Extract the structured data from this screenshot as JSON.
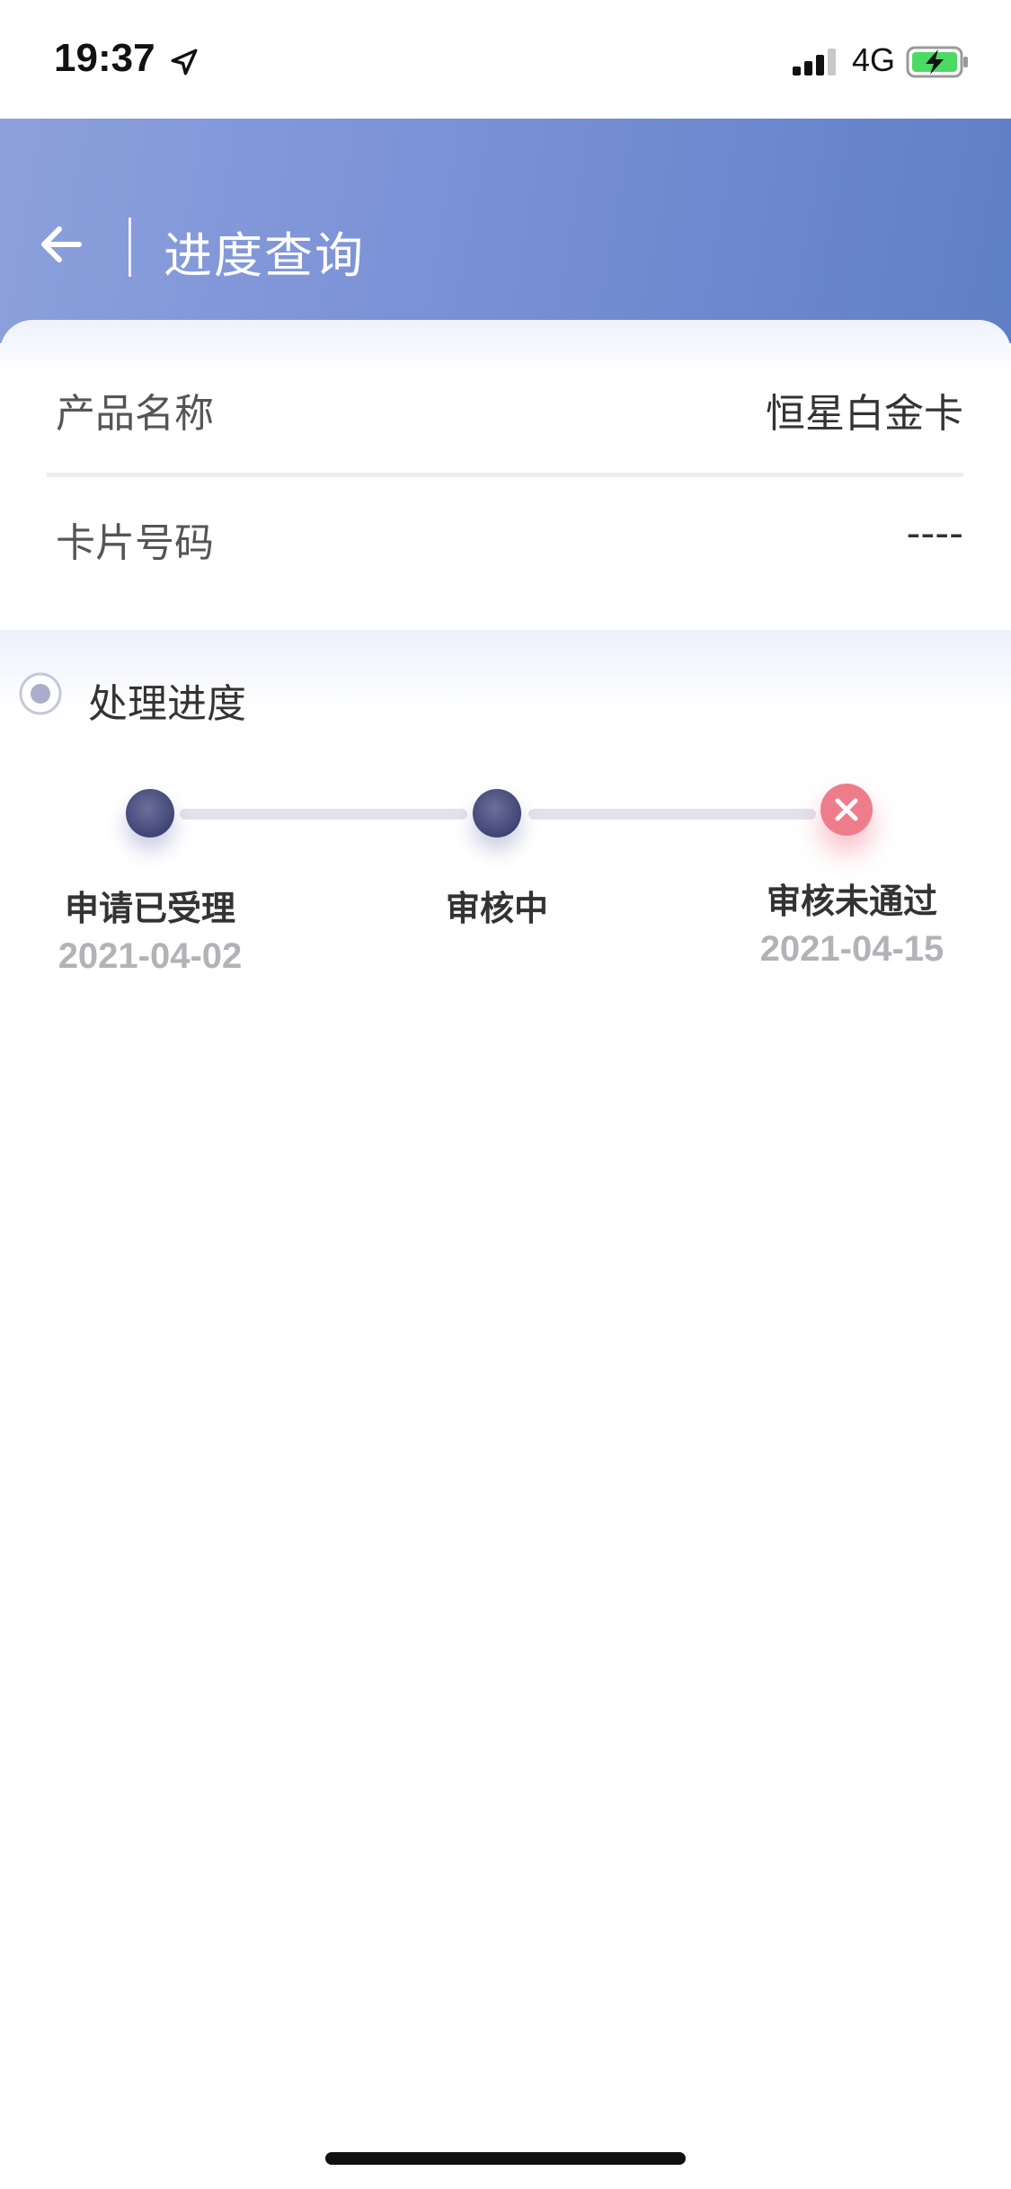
{
  "status_bar": {
    "time": "19:37",
    "network": "4G",
    "icons": [
      "location-arrow-icon",
      "signal-icon",
      "battery-charging-icon"
    ]
  },
  "header": {
    "title": "进度查询",
    "back_icon": "arrow-left-icon",
    "gradient_colors": [
      "#8da0dc",
      "#5f7fc6"
    ]
  },
  "info": {
    "rows": [
      {
        "label": "产品名称",
        "value": "恒星白金卡"
      },
      {
        "label": "卡片号码",
        "value": "----"
      }
    ]
  },
  "progress": {
    "section_title": "处理进度",
    "steps": [
      {
        "label": "申请已受理",
        "date": "2021-04-02",
        "status": "done"
      },
      {
        "label": "审核中",
        "date": "",
        "status": "done"
      },
      {
        "label": "审核未通过",
        "date": "2021-04-15",
        "status": "failed"
      }
    ],
    "colors": {
      "done": "#3e4272",
      "failed": "#ee7d8c",
      "track": "#e2e3ea"
    }
  }
}
